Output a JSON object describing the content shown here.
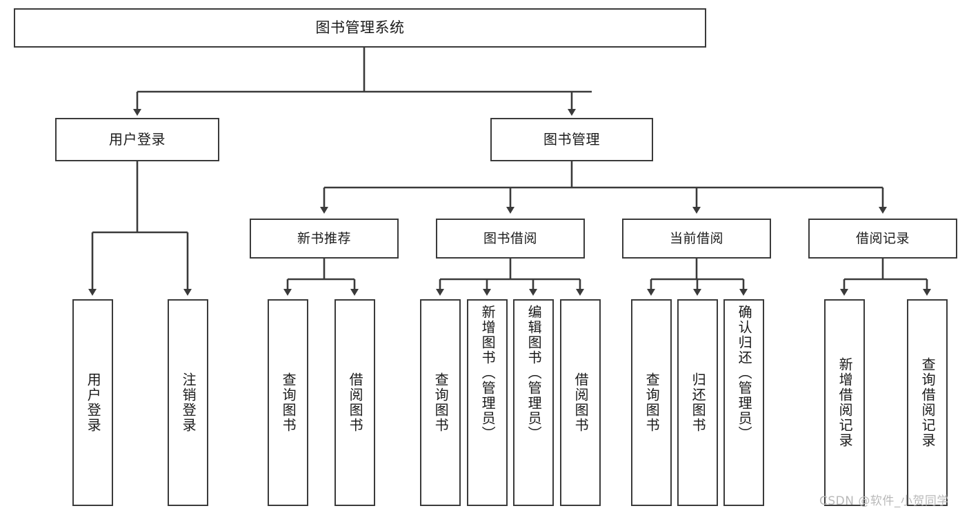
{
  "diagram": {
    "title": "图书管理系统",
    "root": {
      "id": "root",
      "label": "图书管理系统"
    },
    "level2": [
      {
        "id": "user-login",
        "label": "用户登录"
      },
      {
        "id": "book-manage",
        "label": "图书管理"
      }
    ],
    "level3": [
      {
        "id": "new-book-recommend",
        "label": "新书推荐"
      },
      {
        "id": "book-borrow",
        "label": "图书借阅"
      },
      {
        "id": "current-borrow",
        "label": "当前借阅"
      },
      {
        "id": "borrow-record",
        "label": "借阅记录"
      }
    ],
    "leaves": {
      "user_login": [
        {
          "id": "leaf-user-login",
          "label": "用户登录"
        },
        {
          "id": "leaf-logout-login",
          "label": "注销登录"
        }
      ],
      "new_book_recommend": [
        {
          "id": "leaf-query-book-1",
          "label": "查询图书"
        },
        {
          "id": "leaf-borrow-book-1",
          "label": "借阅图书"
        }
      ],
      "book_borrow": [
        {
          "id": "leaf-query-book-2",
          "label": "查询图书"
        },
        {
          "id": "leaf-add-book",
          "label": "新增图书（管理员）"
        },
        {
          "id": "leaf-edit-book",
          "label": "编辑图书（管理员）"
        },
        {
          "id": "leaf-borrow-book-2",
          "label": "借阅图书"
        }
      ],
      "current_borrow": [
        {
          "id": "leaf-query-book-3",
          "label": "查询图书"
        },
        {
          "id": "leaf-return-book",
          "label": "归还图书"
        },
        {
          "id": "leaf-confirm-return",
          "label": "确认归还（管理员）"
        }
      ],
      "borrow_record": [
        {
          "id": "leaf-add-record",
          "label": "新增借阅记录"
        },
        {
          "id": "leaf-query-record",
          "label": "查询借阅记录"
        }
      ]
    }
  },
  "watermark": {
    "text": "CSDN @软件_小贺同学"
  },
  "colors": {
    "border": "#3a3a3a",
    "text": "#1a1a1a",
    "background": "#ffffff",
    "watermark": "#b9b9b9"
  }
}
